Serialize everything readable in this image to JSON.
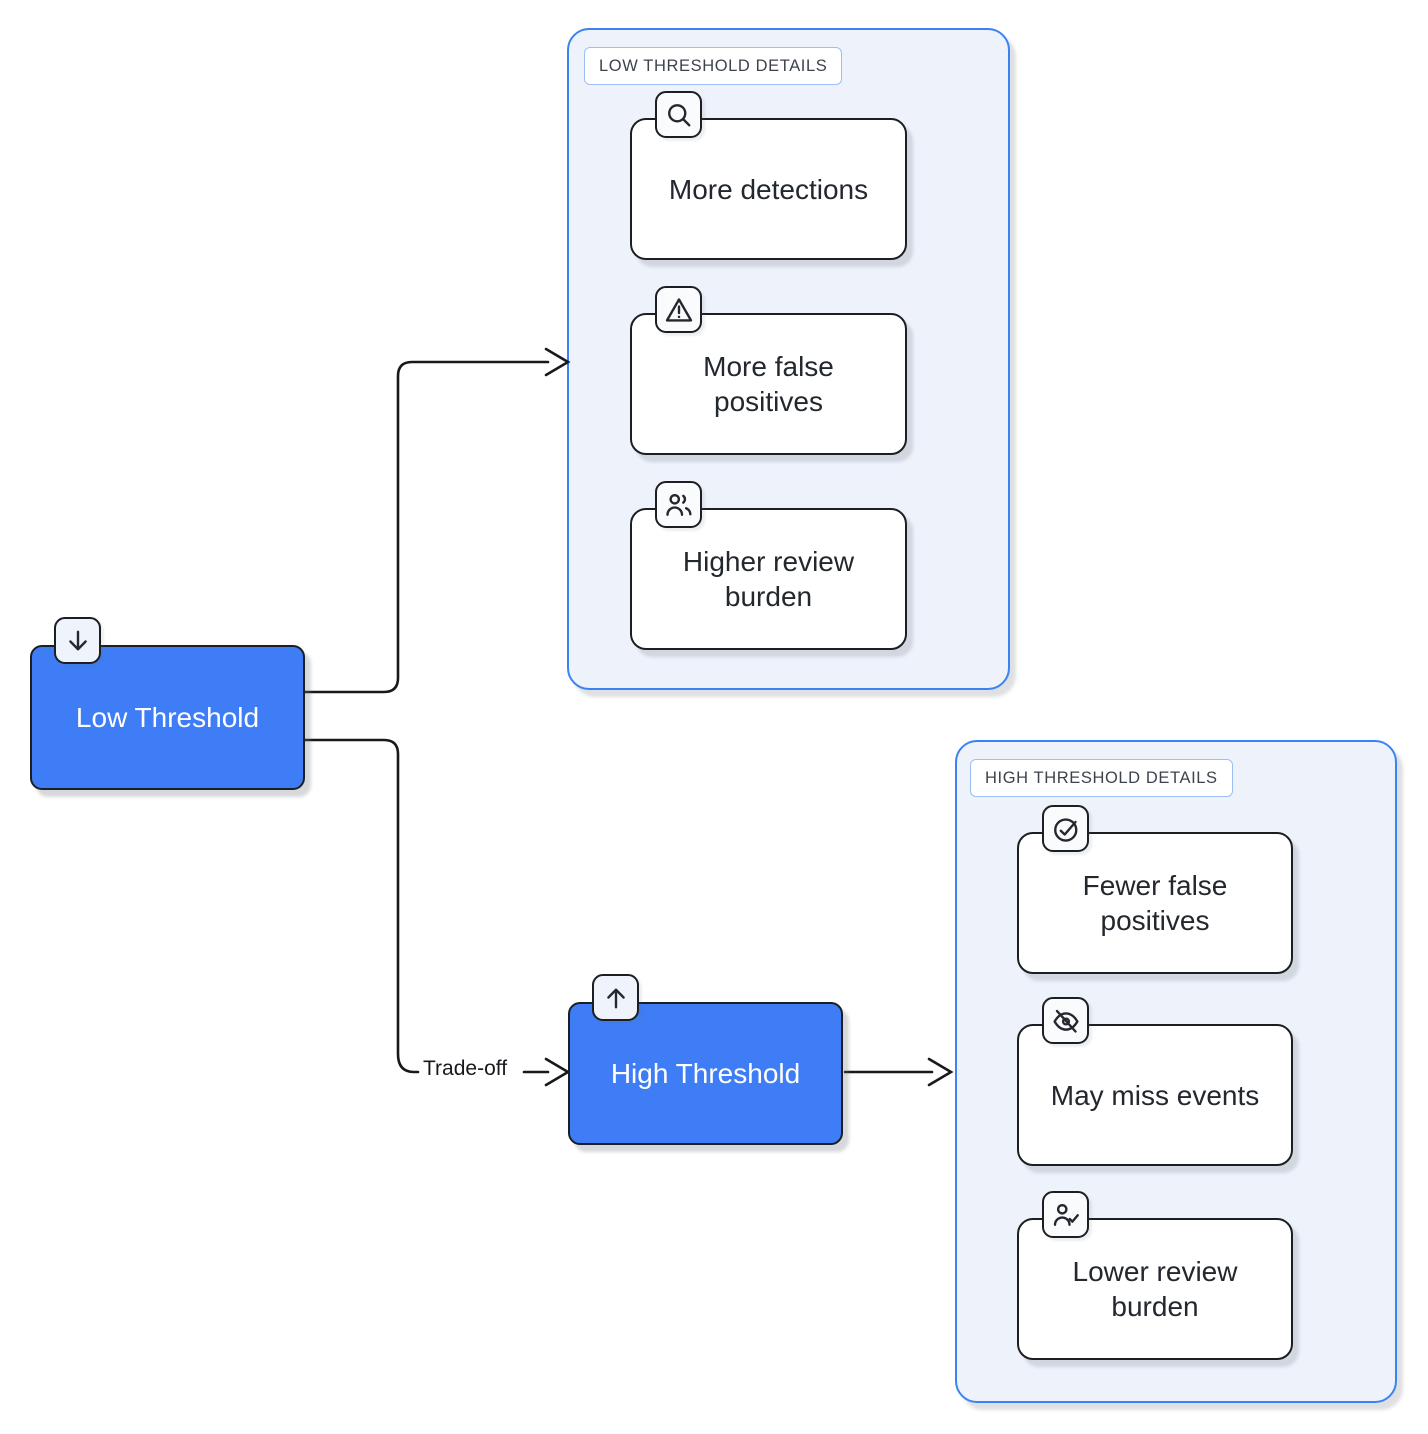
{
  "diagram": {
    "nodes": {
      "low_threshold": {
        "label": "Low Threshold",
        "icon": "arrow-down-icon"
      },
      "high_threshold": {
        "label": "High Threshold",
        "icon": "arrow-up-icon"
      }
    },
    "containers": {
      "low_details": {
        "title": "LOW THRESHOLD DETAILS",
        "items": [
          {
            "label": "More detections",
            "icon": "search-icon"
          },
          {
            "label": "More false positives",
            "icon": "warning-triangle-icon"
          },
          {
            "label": "Higher review burden",
            "icon": "users-icon"
          }
        ]
      },
      "high_details": {
        "title": "HIGH THRESHOLD DETAILS",
        "items": [
          {
            "label": "Fewer false positives",
            "icon": "check-circle-icon"
          },
          {
            "label": "May miss events",
            "icon": "eye-off-icon"
          },
          {
            "label": "Lower review burden",
            "icon": "user-check-icon"
          }
        ]
      }
    },
    "edges": {
      "low_to_low_details": {
        "label": ""
      },
      "low_to_high": {
        "label": "Trade-off"
      },
      "high_to_high_details": {
        "label": ""
      }
    },
    "colors": {
      "node_fill": "#3e7df5",
      "node_border": "#1b1f23",
      "node_text": "#ffffff",
      "item_fill": "#ffffff",
      "item_text": "#23272e",
      "container_fill": "#eef2fb",
      "container_border": "#3b82f6",
      "title_border": "#9dbdf7",
      "title_text": "#3d434d",
      "edge_color": "#17191d",
      "badge_fill": "#fafbfd"
    }
  }
}
